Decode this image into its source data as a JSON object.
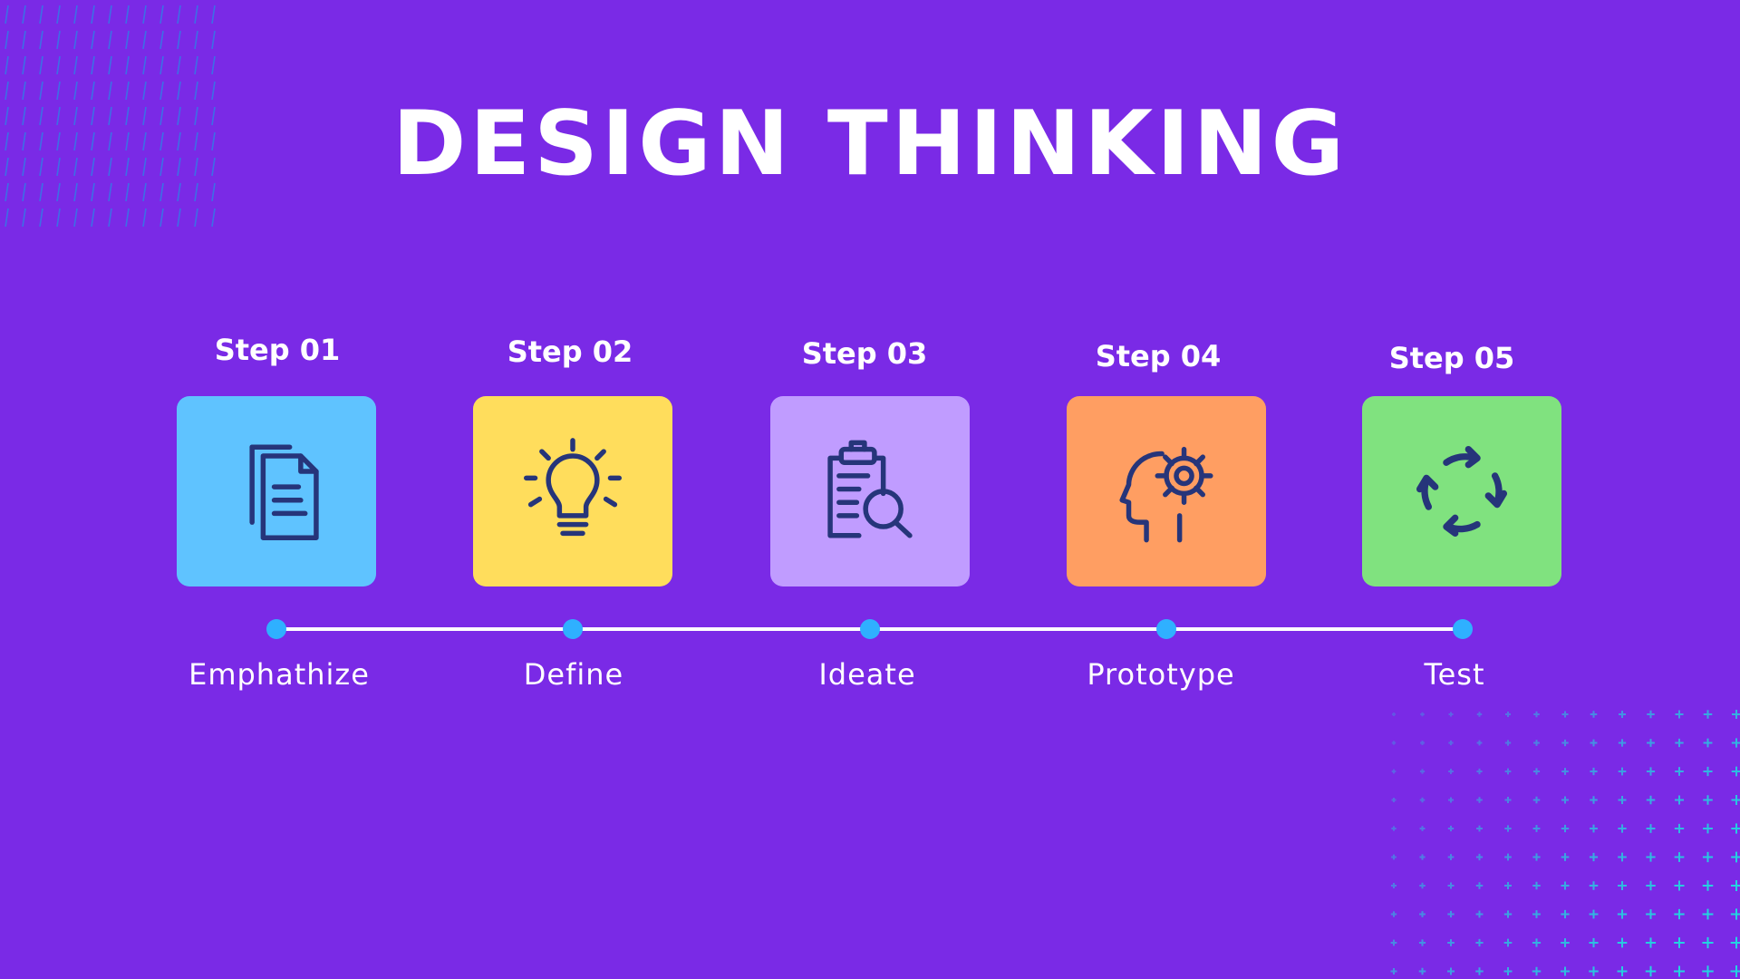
{
  "title": "DESIGN THINKING",
  "colors": {
    "background": "#7a2ae6",
    "timeline_line": "#ffffff",
    "timeline_dot": "#2fb0ff",
    "icon_stroke": "#26357a",
    "pattern_left": "#2f7fe6",
    "pattern_right": "#23d3e0"
  },
  "steps": [
    {
      "step": "Step 01",
      "phase": "Emphathize",
      "icon": "documents-icon",
      "color": "#5fc3ff"
    },
    {
      "step": "Step 02",
      "phase": "Define",
      "icon": "lightbulb-icon",
      "color": "#ffdd5c"
    },
    {
      "step": "Step 03",
      "phase": "Ideate",
      "icon": "clipboard-search-icon",
      "color": "#c09cff"
    },
    {
      "step": "Step 04",
      "phase": "Prototype",
      "icon": "head-gear-icon",
      "color": "#ff9e62"
    },
    {
      "step": "Step 05",
      "phase": "Test",
      "icon": "cycle-arrows-icon",
      "color": "#80e27f"
    }
  ]
}
